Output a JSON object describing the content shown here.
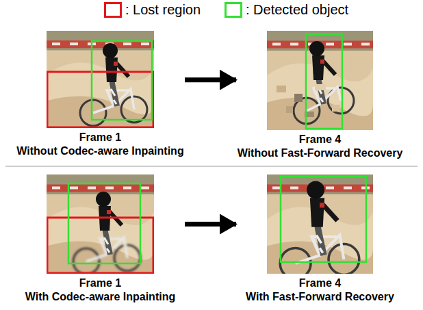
{
  "diagram": {
    "nodes": [
      {
        "text": [
          "Frame 1",
          "Without Codec-aware Inpainting"
        ]
      },
      {
        "text": [
          "Frame 4",
          "Without Fast-Forward Recovery"
        ]
      },
      {
        "text": [
          "Frame 1",
          "With Codec-aware Inpainting"
        ]
      },
      {
        "text": [
          "Frame 4",
          "With Fast-Forward Recovery"
        ]
      }
    ],
    "edges": [
      {
        "from": 0,
        "to": 1,
        "arrow": "to"
      },
      {
        "from": 2,
        "to": 3,
        "arrow": "to"
      }
    ],
    "legend": [
      {
        "text": ": Lost region",
        "color": "#e3191c"
      },
      {
        "text": ": Detected object",
        "color": "#33e033"
      }
    ]
  }
}
